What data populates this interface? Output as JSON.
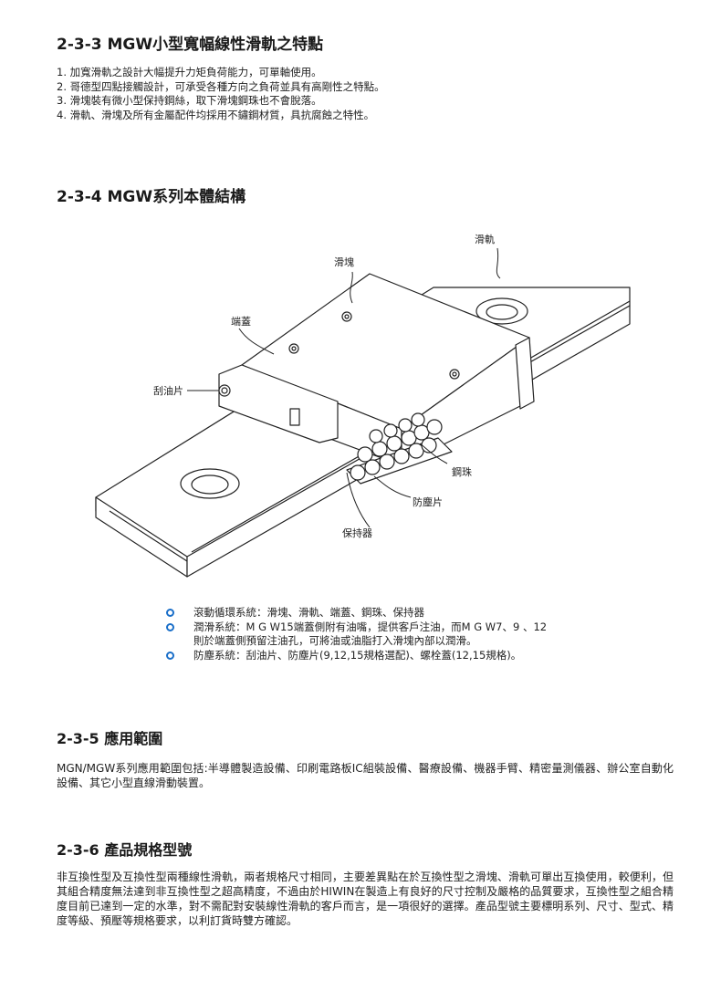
{
  "sections": {
    "s233_title": "2-3-3 MGW小型寬幅線性滑軌之特點",
    "s233_items": [
      "1. 加寬滑軌之設計大幅提升力矩負荷能力，可單軸使用。",
      "2. 哥德型四點接觸設計，可承受各種方向之負荷並具有高剛性之特點。",
      "3. 滑塊裝有微小型保持鋼絲，取下滑塊鋼珠也不會脫落。",
      "4. 滑軌、滑塊及所有金屬配件均採用不鏽鋼材質，具抗腐蝕之特性。"
    ],
    "s234_title": "2-3-4 MGW系列本體結構",
    "diagram_labels": {
      "rail": "滑軌",
      "block": "滑塊",
      "end_cap": "端蓋",
      "scraper": "刮油片",
      "ball": "鋼珠",
      "dust_plate": "防塵片",
      "retainer": "保持器"
    },
    "s234_bullets": [
      "滾動循環系統：滑塊、滑軌、端蓋、鋼珠、保持器",
      "潤滑系統：M G W15端蓋側附有油嘴，提供客戶注油，而M G W7、9 、12",
      "則於端蓋側預留注油孔，可將油或油脂打入滑塊內部以潤滑。",
      "防塵系統：刮油片、防塵片(9,12,15規格選配)、螺栓蓋(12,15規格)。"
    ],
    "s235_title": "2-3-5 應用範圍",
    "s235_text": "MGN/MGW系列應用範圍包括:半導體製造設備、印刷電路板IC組裝設備、醫療設備、機器手臂、精密量測儀器、辦公室自動化設備、其它小型直線滑動裝置。",
    "s236_title": "2-3-6 產品規格型號",
    "s236_text": "非互換性型及互換性型兩種線性滑軌，兩者規格尺寸相同，主要差異點在於互換性型之滑塊、滑軌可單出互換使用，較便利，但其組合精度無法達到非互換性型之超高精度，不過由於HIWIN在製造上有良好的尺寸控制及嚴格的品質要求，互換性型之組合精度目前已達到一定的水準，對不需配對安裝線性滑軌的客戶而言，是一項很好的選擇。產品型號主要標明系列、尺寸、型式、精度等級、預壓等規格要求，以利訂貨時雙方確認。"
  },
  "colors": {
    "bullet": "#1a6fc9",
    "outline": "#222222"
  }
}
